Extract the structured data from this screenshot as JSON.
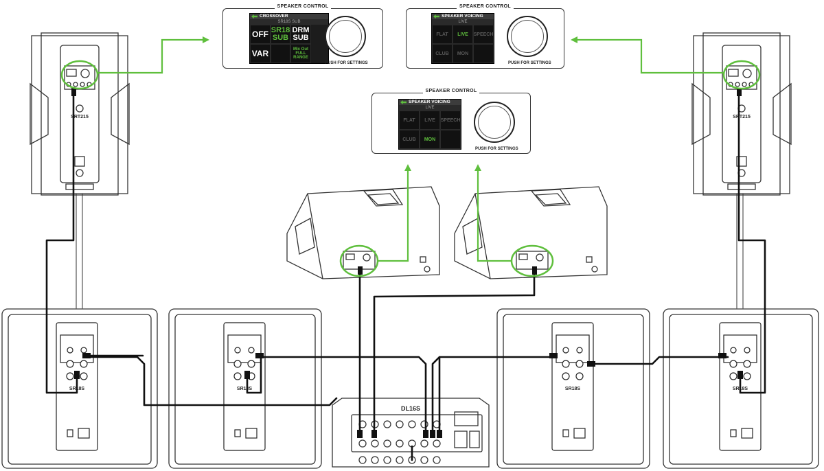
{
  "panels": {
    "top_left": {
      "title": "SPEAKER CONTROL",
      "screen_title": "CROSSOVER",
      "screen_subtitle": "SR18S SUB",
      "cells": [
        "OFF",
        "SR18\nSUB",
        "DRM\nSUB",
        "VAR",
        "",
        "Mix Out\nFULL\nRANGE"
      ],
      "knob_label": "PUSH FOR SETTINGS"
    },
    "top_right": {
      "title": "SPEAKER CONTROL",
      "screen_title": "SPEAKER VOICING",
      "screen_subtitle": "LIVE",
      "cells": [
        "FLAT",
        "LIVE",
        "SPEECH",
        "CLUB",
        "MON",
        ""
      ],
      "knob_label": "PUSH FOR SETTINGS"
    },
    "center": {
      "title": "SPEAKER CONTROL",
      "screen_title": "SPEAKER VOICING",
      "screen_subtitle": "LIVE",
      "cells": [
        "FLAT",
        "LIVE",
        "SPEECH",
        "CLUB",
        "MON",
        ""
      ],
      "knob_label": "PUSH FOR SETTINGS"
    }
  },
  "devices": {
    "top_speaker_model": "SRT215",
    "sub_model": "SR18S",
    "mixer_model": "DL16S"
  },
  "colors": {
    "accent_green": "#5fbf3d",
    "line": "#111111",
    "outline": "#333333"
  }
}
